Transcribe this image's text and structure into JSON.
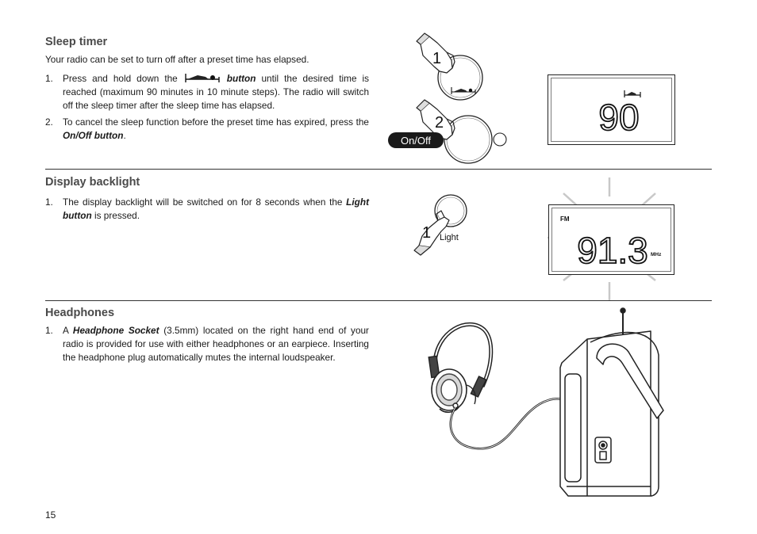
{
  "sleep_timer": {
    "heading": "Sleep  timer",
    "intro": "Your radio can be set to turn off after a preset time has elapsed.",
    "items": [
      {
        "num": "1.",
        "pre": "Press and hold down the",
        "bold": "button",
        "post": "until the desired time is reached (maximum 90 minutes in 10 minute steps). The radio will switch off the sleep timer after the sleep time has elapsed."
      },
      {
        "num": "2.",
        "pre": "To cancel the sleep function before the preset time has expired, press the",
        "bold": "On/Off  button",
        "post": "."
      }
    ],
    "figure": {
      "step1": "1",
      "step2": "2",
      "onoff_label": "On/Off",
      "display_value": "90"
    }
  },
  "display_backlight": {
    "heading": "Display backlight",
    "items": [
      {
        "num": "1.",
        "pre": "The display backlight will be switched on for 8 seconds when the",
        "bold": "Light  button",
        "post": "is  pressed."
      }
    ],
    "figure": {
      "step1": "1",
      "light_label": "Light",
      "band": "FM",
      "frequency": "91.3",
      "unit": "MHz"
    }
  },
  "headphones": {
    "heading": "Headphones",
    "items": [
      {
        "num": "1.",
        "pre": "A",
        "bold": "Headphone Socket",
        "post": "(3.5mm) located on the right hand end of your radio is provided for use with either headphones or an earpiece. Inserting the headphone plug automatically mutes the internal loudspeaker."
      }
    ]
  },
  "page_number": "15"
}
